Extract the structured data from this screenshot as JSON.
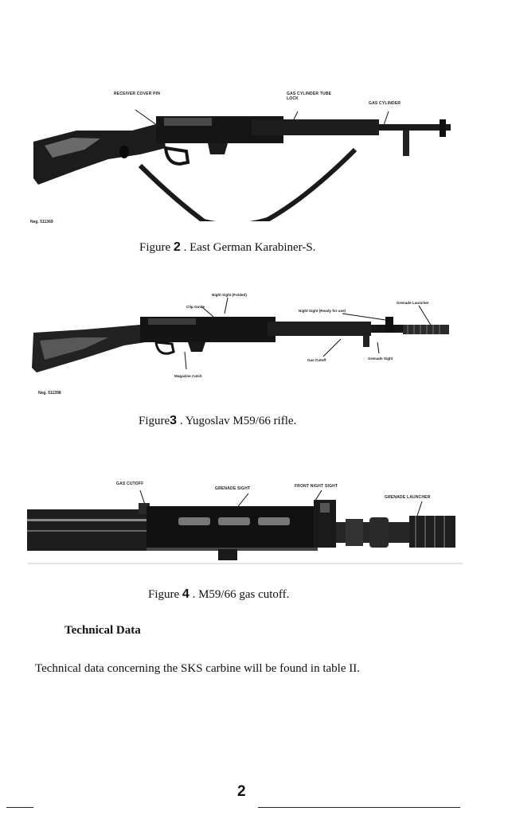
{
  "figure2": {
    "labels": {
      "receiver_cover_pin": "RECEIVER COVER PIN",
      "gas_cylinder_tube_lock": "GAS CYLINDER TUBE LOCK",
      "gas_cylinder": "GAS CYLINDER"
    },
    "neg": "Neg. 511369",
    "caption_prefix": "Figure",
    "caption_number": "2",
    "caption_text": ". East German Karabiner-S."
  },
  "figure3": {
    "labels": {
      "night_sight_folded": "Night Sight (Folded)",
      "clip_guide": "Clip Guide",
      "night_sight_ready": "Night Sight (Ready for use)",
      "grenade_launcher": "Grenade Launcher",
      "gas_cutoff": "Gas Cutoff",
      "grenade_sight": "Grenade Sight",
      "magazine_catch": "Magazine Catch"
    },
    "neg": "Neg. 511398",
    "caption_prefix": "Figure",
    "caption_number": "3",
    "caption_text": ". Yugoslav M59/66 rifle."
  },
  "figure4": {
    "labels": {
      "gas_cutoff": "GAS CUTOFF",
      "grenade_sight": "GRENADE SIGHT",
      "front_night_sight": "FRONT NIGHT SIGHT",
      "grenade_launcher": "GRENADE LAUNCHER"
    },
    "caption_prefix": "Figure",
    "caption_number": "4",
    "caption_text": ". M59/66 gas cutoff."
  },
  "section": {
    "heading": "Technical Data",
    "paragraph": "Technical data concerning the SKS carbine will be found in table II."
  },
  "page_number": "2"
}
